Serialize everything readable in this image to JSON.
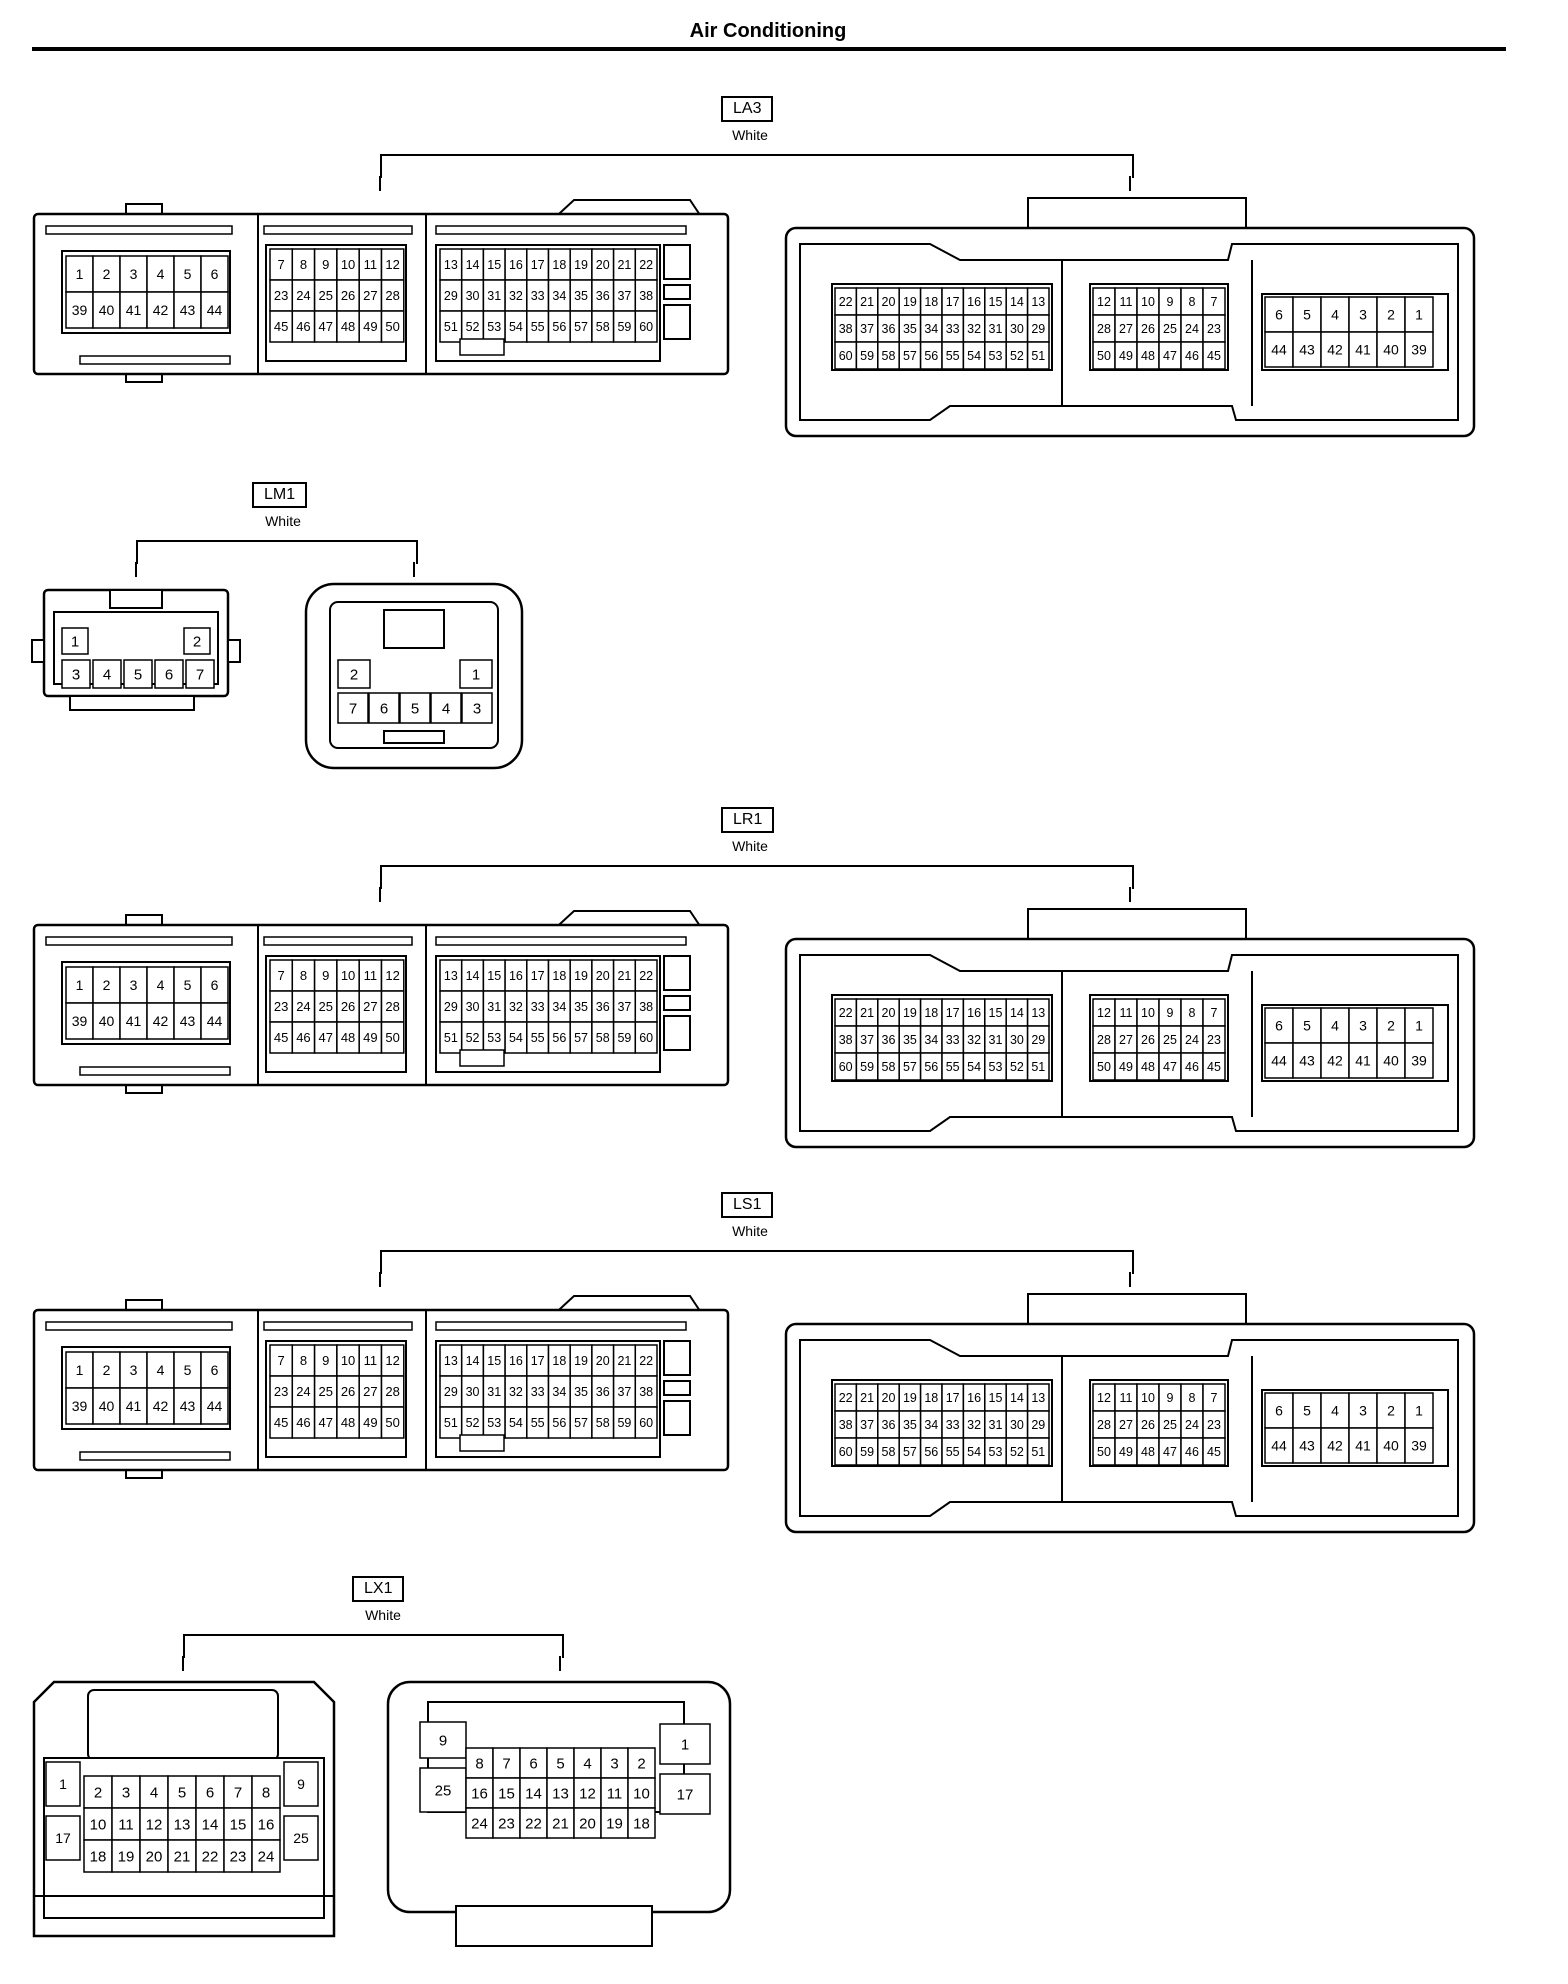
{
  "title": "Air Conditioning",
  "connectors": [
    {
      "id": "LA3",
      "color": "White"
    },
    {
      "id": "LM1",
      "color": "White"
    },
    {
      "id": "LR1",
      "color": "White"
    },
    {
      "id": "LS1",
      "color": "White"
    },
    {
      "id": "LX1",
      "color": "White"
    }
  ],
  "pin_layouts": {
    "big_left": [
      [
        [
          "1",
          "2",
          "3",
          "4",
          "5",
          "6"
        ],
        [
          "39",
          "40",
          "41",
          "42",
          "43",
          "44"
        ]
      ],
      [
        [
          "7",
          "8",
          "9",
          "10",
          "11",
          "12"
        ],
        [
          "23",
          "24",
          "25",
          "26",
          "27",
          "28"
        ],
        [
          "45",
          "46",
          "47",
          "48",
          "49",
          "50"
        ]
      ],
      [
        [
          "13",
          "14",
          "15",
          "16",
          "17",
          "18",
          "19",
          "20",
          "21",
          "22"
        ],
        [
          "29",
          "30",
          "31",
          "32",
          "33",
          "34",
          "35",
          "36",
          "37",
          "38"
        ],
        [
          "51",
          "52",
          "53",
          "54",
          "55",
          "56",
          "57",
          "58",
          "59",
          "60"
        ]
      ]
    ],
    "big_right": [
      [
        [
          "22",
          "21",
          "20",
          "19",
          "18",
          "17",
          "16",
          "15",
          "14",
          "13"
        ],
        [
          "38",
          "37",
          "36",
          "35",
          "34",
          "33",
          "32",
          "31",
          "30",
          "29"
        ],
        [
          "60",
          "59",
          "58",
          "57",
          "56",
          "55",
          "54",
          "53",
          "52",
          "51"
        ]
      ],
      [
        [
          "12",
          "11",
          "10",
          "9",
          "8",
          "7"
        ],
        [
          "28",
          "27",
          "26",
          "25",
          "24",
          "23"
        ],
        [
          "50",
          "49",
          "48",
          "47",
          "46",
          "45"
        ]
      ],
      [
        [
          "6",
          "5",
          "4",
          "3",
          "2",
          "1"
        ],
        [
          "44",
          "43",
          "42",
          "41",
          "40",
          "39"
        ]
      ]
    ],
    "lm1_left": {
      "top": [
        "1",
        "2"
      ],
      "bottom": [
        "3",
        "4",
        "5",
        "6",
        "7"
      ]
    },
    "lm1_right": {
      "top": [
        "2",
        "1"
      ],
      "bottom": [
        "7",
        "6",
        "5",
        "4",
        "3"
      ]
    },
    "lx1_left": {
      "side_left": [
        "1",
        "17"
      ],
      "side_right": [
        "9",
        "25"
      ],
      "rows": [
        [
          "2",
          "3",
          "4",
          "5",
          "6",
          "7",
          "8"
        ],
        [
          "10",
          "11",
          "12",
          "13",
          "14",
          "15",
          "16"
        ],
        [
          "18",
          "19",
          "20",
          "21",
          "22",
          "23",
          "24"
        ]
      ]
    },
    "lx1_right": {
      "side_left": [
        "9",
        "25"
      ],
      "side_right": [
        "1",
        "17"
      ],
      "rows": [
        [
          "8",
          "7",
          "6",
          "5",
          "4",
          "3",
          "2"
        ],
        [
          "16",
          "15",
          "14",
          "13",
          "12",
          "11",
          "10"
        ],
        [
          "24",
          "23",
          "22",
          "21",
          "20",
          "19",
          "18"
        ]
      ]
    }
  }
}
